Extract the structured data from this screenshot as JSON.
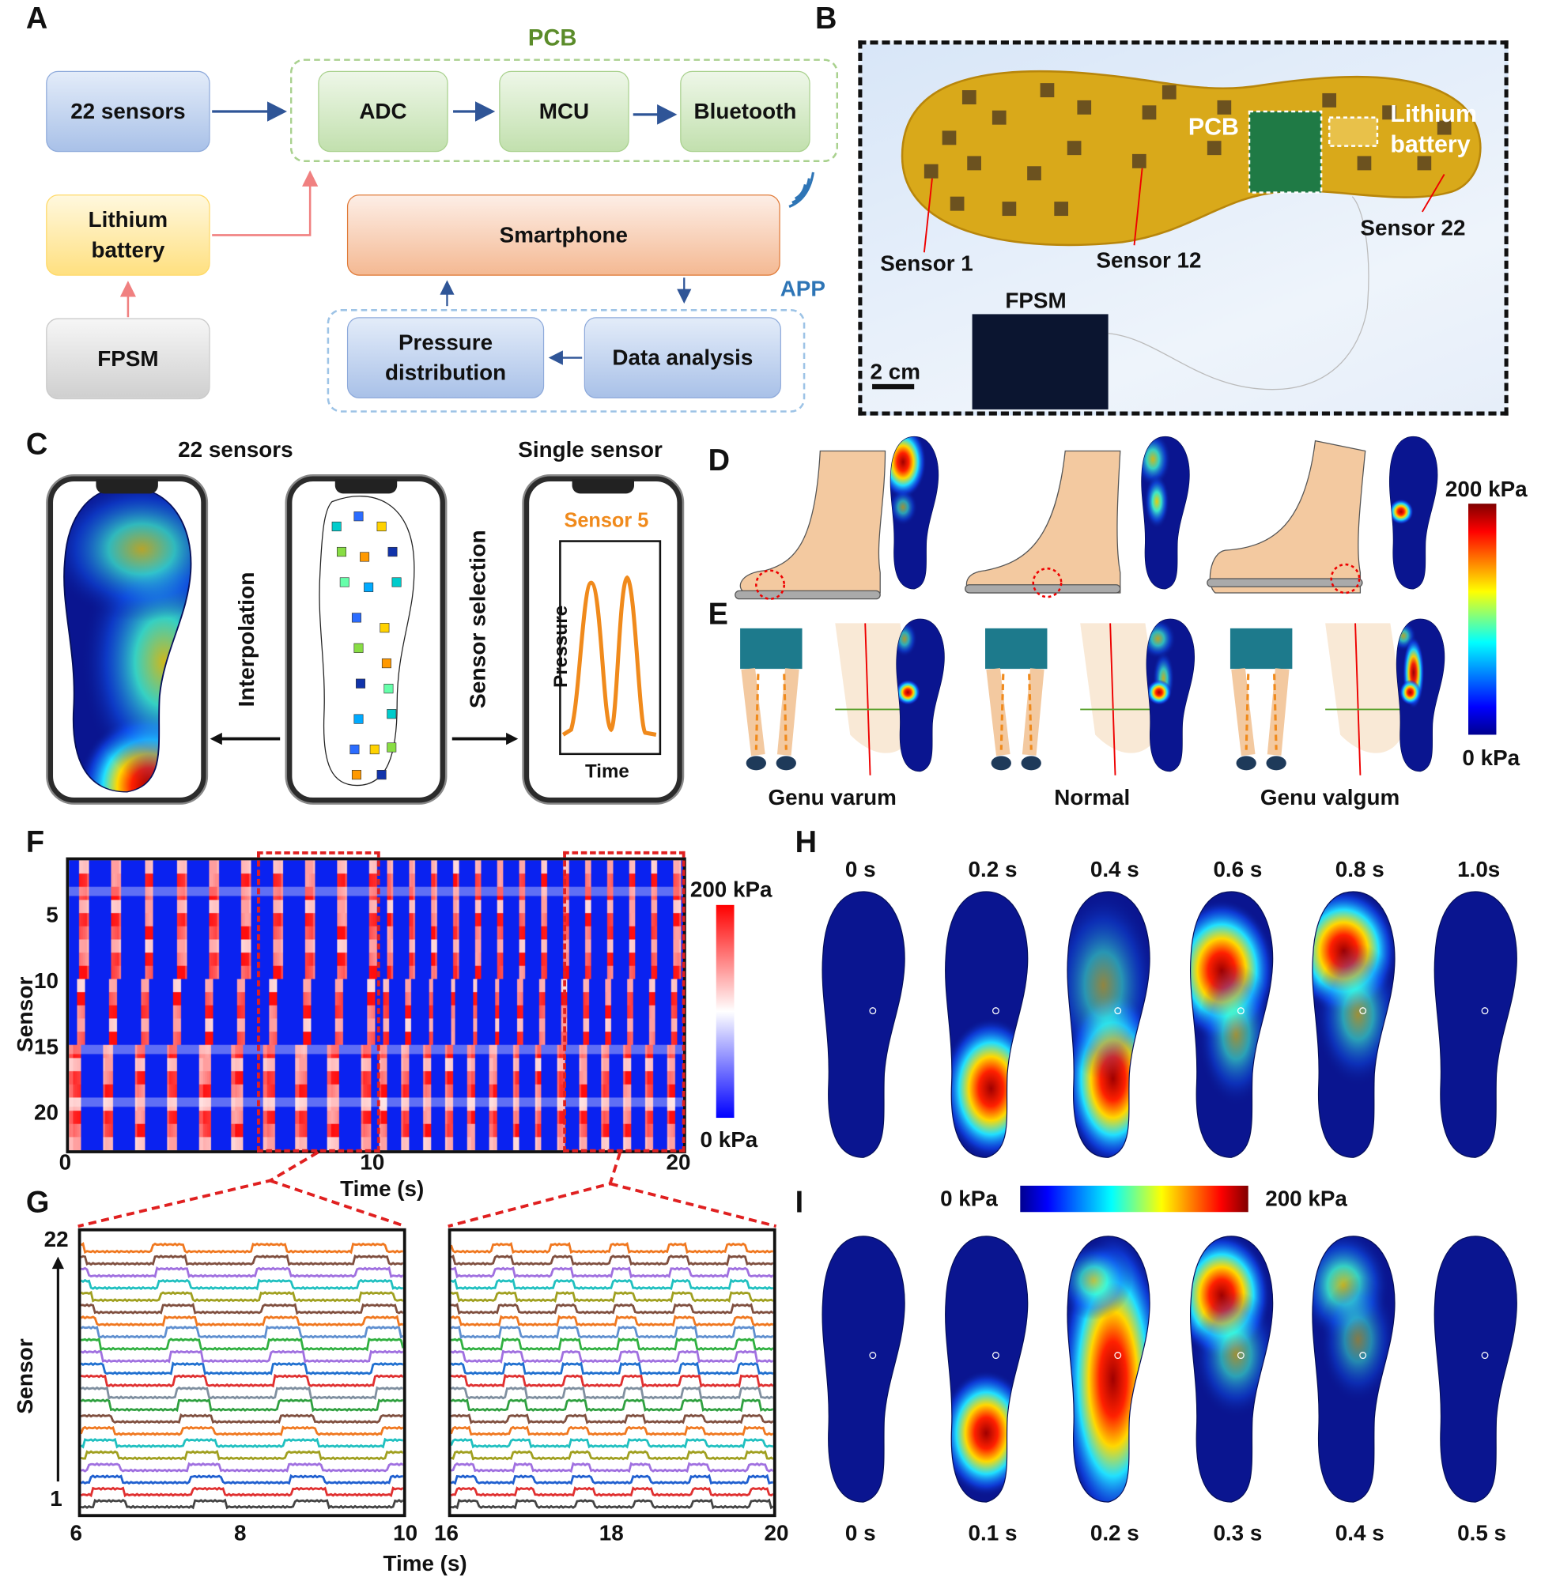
{
  "panels": {
    "a": "A",
    "b": "B",
    "c": "C",
    "d": "D",
    "e": "E",
    "f": "F",
    "g": "G",
    "h": "H",
    "i": "I"
  },
  "panel_a": {
    "pcb_title": "PCB",
    "app_title": "APP",
    "sensors": "22 sensors",
    "adc": "ADC",
    "mcu": "MCU",
    "bluetooth": "Bluetooth",
    "battery_line1": "Lithium",
    "battery_line2": "battery",
    "fpsm": "FPSM",
    "smartphone": "Smartphone",
    "pressure_line1": "Pressure",
    "pressure_line2": "distribution",
    "data_analysis": "Data analysis",
    "colors": {
      "pcb": "#5b8c2a",
      "app": "#2e75b6",
      "arrow": "#2f5597",
      "power_arrow": "#f08080"
    }
  },
  "panel_b": {
    "pcb": "PCB",
    "battery_line1": "Lithium",
    "battery_line2": "battery",
    "sensor1": "Sensor 1",
    "sensor12": "Sensor 12",
    "sensor22": "Sensor 22",
    "fpsm": "FPSM",
    "scale": "2 cm"
  },
  "panel_c": {
    "title_left": "22 sensors",
    "title_right": "Single sensor",
    "interpolation": "Interpolation",
    "sensor_selection": "Sensor selection",
    "sensor_name": "Sensor 5",
    "ylabel": "Pressure",
    "xlabel": "Time"
  },
  "panel_de": {
    "cbar_max": "200 kPa",
    "cbar_min": "0 kPa",
    "labels": [
      "Genu varum",
      "Normal",
      "Genu valgum"
    ]
  },
  "panel_f": {
    "ylabel": "Sensor",
    "xlabel": "Time (s)",
    "yticks": [
      "5",
      "10",
      "15",
      "20"
    ],
    "xticks": [
      "0",
      "10",
      "20"
    ],
    "cbar_max": "200 kPa",
    "cbar_min": "0 kPa"
  },
  "panel_g": {
    "ylabel": "Sensor",
    "xlabel": "Time (s)",
    "ytop": "22",
    "ybottom": "1",
    "xticks_left": [
      "6",
      "8",
      "10"
    ],
    "xticks_right": [
      "16",
      "18",
      "20"
    ]
  },
  "panel_h": {
    "times": [
      "0 s",
      "0.2 s",
      "0.4 s",
      "0.6 s",
      "0.8 s",
      "1.0s"
    ]
  },
  "panel_i": {
    "times": [
      "0 s",
      "0.1 s",
      "0.2 s",
      "0.3 s",
      "0.4 s",
      "0.5 s"
    ],
    "cbar_min": "0 kPa",
    "cbar_max": "200 kPa"
  }
}
